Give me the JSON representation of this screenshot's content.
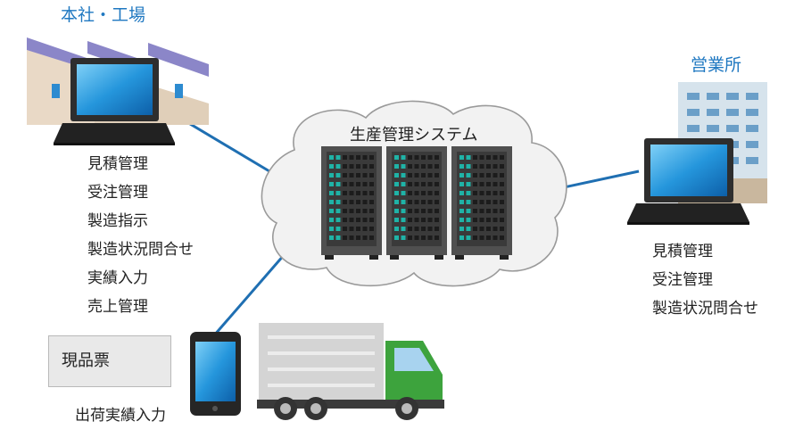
{
  "colors": {
    "title_blue": "#1f78c1",
    "link_line": "#1f6fb2",
    "cloud_fill": "#f2f2f2",
    "cloud_stroke": "#9a9a9a",
    "server_body": "#505050",
    "server_led": "#1fb3a7",
    "truck_green": "#3da33d",
    "truck_cargo": "#d4d4d4",
    "screen_blue": "#1e8fd6"
  },
  "hq": {
    "title": "本社・工場",
    "items": [
      "見積管理",
      "受注管理",
      "製造指示",
      "製造状況問合せ",
      "実績入力",
      "売上管理"
    ]
  },
  "office": {
    "title": "営業所",
    "items": [
      "見積管理",
      "受注管理",
      "製造状況問合せ"
    ]
  },
  "system": {
    "title": "生産管理システム",
    "server_count": 3
  },
  "tag": {
    "label": "現品票"
  },
  "shipping": {
    "label": "出荷実績入力"
  },
  "icons": [
    "factory-icon",
    "laptop-icon",
    "cloud-icon",
    "server-rack-icon",
    "office-building-icon",
    "tablet-icon",
    "truck-icon",
    "qr-code-icon"
  ]
}
